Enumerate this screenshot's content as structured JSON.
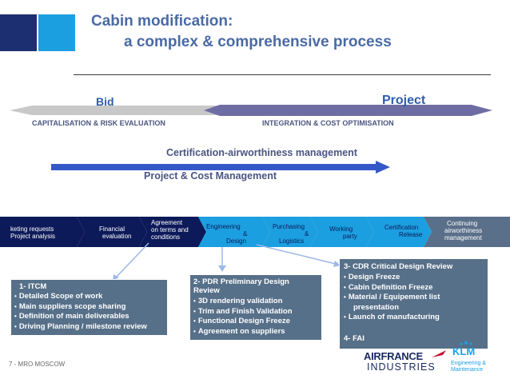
{
  "header": {
    "title_line1": "Cabin modification:",
    "title_line2": "a complex & comprehensive process",
    "accent_colors": [
      "#1c2f70",
      "#1c9fe0"
    ]
  },
  "phases": {
    "bid": "Bid",
    "project": "Project",
    "bid_sub": "CAPITALISATION & RISK EVALUATION",
    "project_sub": "INTEGRATION & COST OPTIMISATION",
    "certification": "Certification-airworthiness management",
    "project_cost": "Project & Cost Management"
  },
  "process_steps": [
    {
      "line1": "keting requests",
      "line2": "Project analysis",
      "line3": ""
    },
    {
      "line1": "Financial",
      "line2": "evaluation",
      "line3": ""
    },
    {
      "line1": "Agreement",
      "line2": "on  terms and",
      "line3": "conditions"
    },
    {
      "line1": "Engineering",
      "line2": "&",
      "line3": "Design"
    },
    {
      "line1": "Purchasing",
      "line2": "&",
      "line3": "Logistics"
    },
    {
      "line1": "Working",
      "line2": "party",
      "line3": ""
    },
    {
      "line1": "Certification",
      "line2": "Release",
      "line3": ""
    },
    {
      "line1": "Continuing",
      "line2": "airworthiness",
      "line3": "management"
    }
  ],
  "boxes": {
    "itcm": {
      "heading": "1- ITCM",
      "items": [
        "Detailed Scope of work",
        "Main suppliers scope sharing",
        "Definition of main deliverables",
        "Driving Planning / milestone review"
      ]
    },
    "pdr": {
      "heading_line1": "2- PDR  Preliminary Design",
      "heading_line2": "Review",
      "items": [
        "3D rendering validation",
        "Trim and Finish Validation",
        "Functional Design Freeze",
        "Agreement on suppliers"
      ]
    },
    "cdr": {
      "heading": "3- CDR   Critical Design Review",
      "items": [
        "Design Freeze",
        "Cabin Definition Freeze",
        "Material / Equipement list",
        "Launch of manufacturing"
      ],
      "item3_cont": "presentation",
      "fai": "4-  FAI"
    }
  },
  "footer": {
    "page": "7 - MRO  MOSCOW"
  },
  "logos": {
    "airfrance_line1": "AIRFRANCE",
    "airfrance_line2": "INDUSTRIES",
    "klm": "KLM",
    "klm_sub1": "Engineering &",
    "klm_sub2": "Maintenance"
  }
}
